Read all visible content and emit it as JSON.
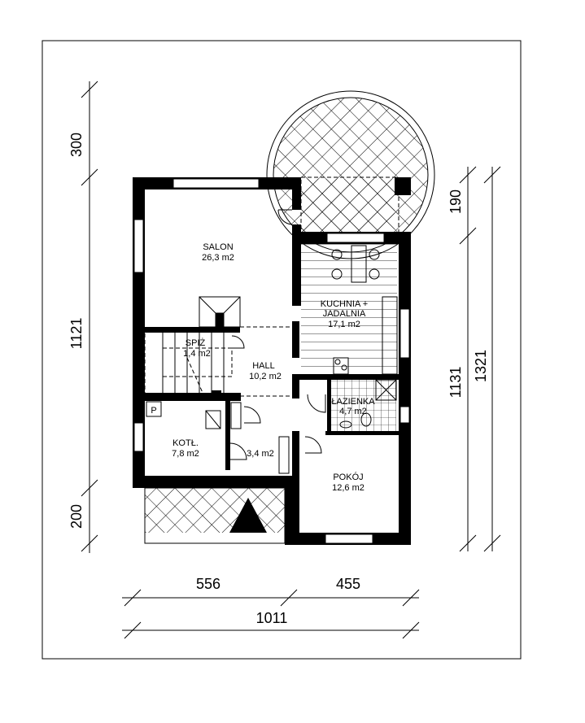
{
  "rooms": {
    "salon": {
      "name": "SALON",
      "area": "26,3 m2"
    },
    "kuchnia": {
      "name1": "KUCHNIA +",
      "name2": "JADALNIA",
      "area": "17,1 m2"
    },
    "spiz": {
      "name": "SPIŻ",
      "area": "1,4 m2"
    },
    "hall": {
      "name": "HALL",
      "area": "10,2 m2"
    },
    "lazienka": {
      "name": "ŁAZIENKA",
      "area": "4,7 m2"
    },
    "kotl": {
      "name": "KOTŁ.",
      "area": "7,8 m2"
    },
    "wiatrolap": {
      "area": "3,4 m2"
    },
    "pokoj": {
      "name": "POKÓJ",
      "area": "12,6 m2"
    },
    "parking_mark": "P"
  },
  "dimensions": {
    "left": [
      "300",
      "1121",
      "200"
    ],
    "right_inner": [
      "190",
      "1131"
    ],
    "right_outer": "1321",
    "bottom_parts": [
      "556",
      "455"
    ],
    "bottom_total": "1011"
  }
}
